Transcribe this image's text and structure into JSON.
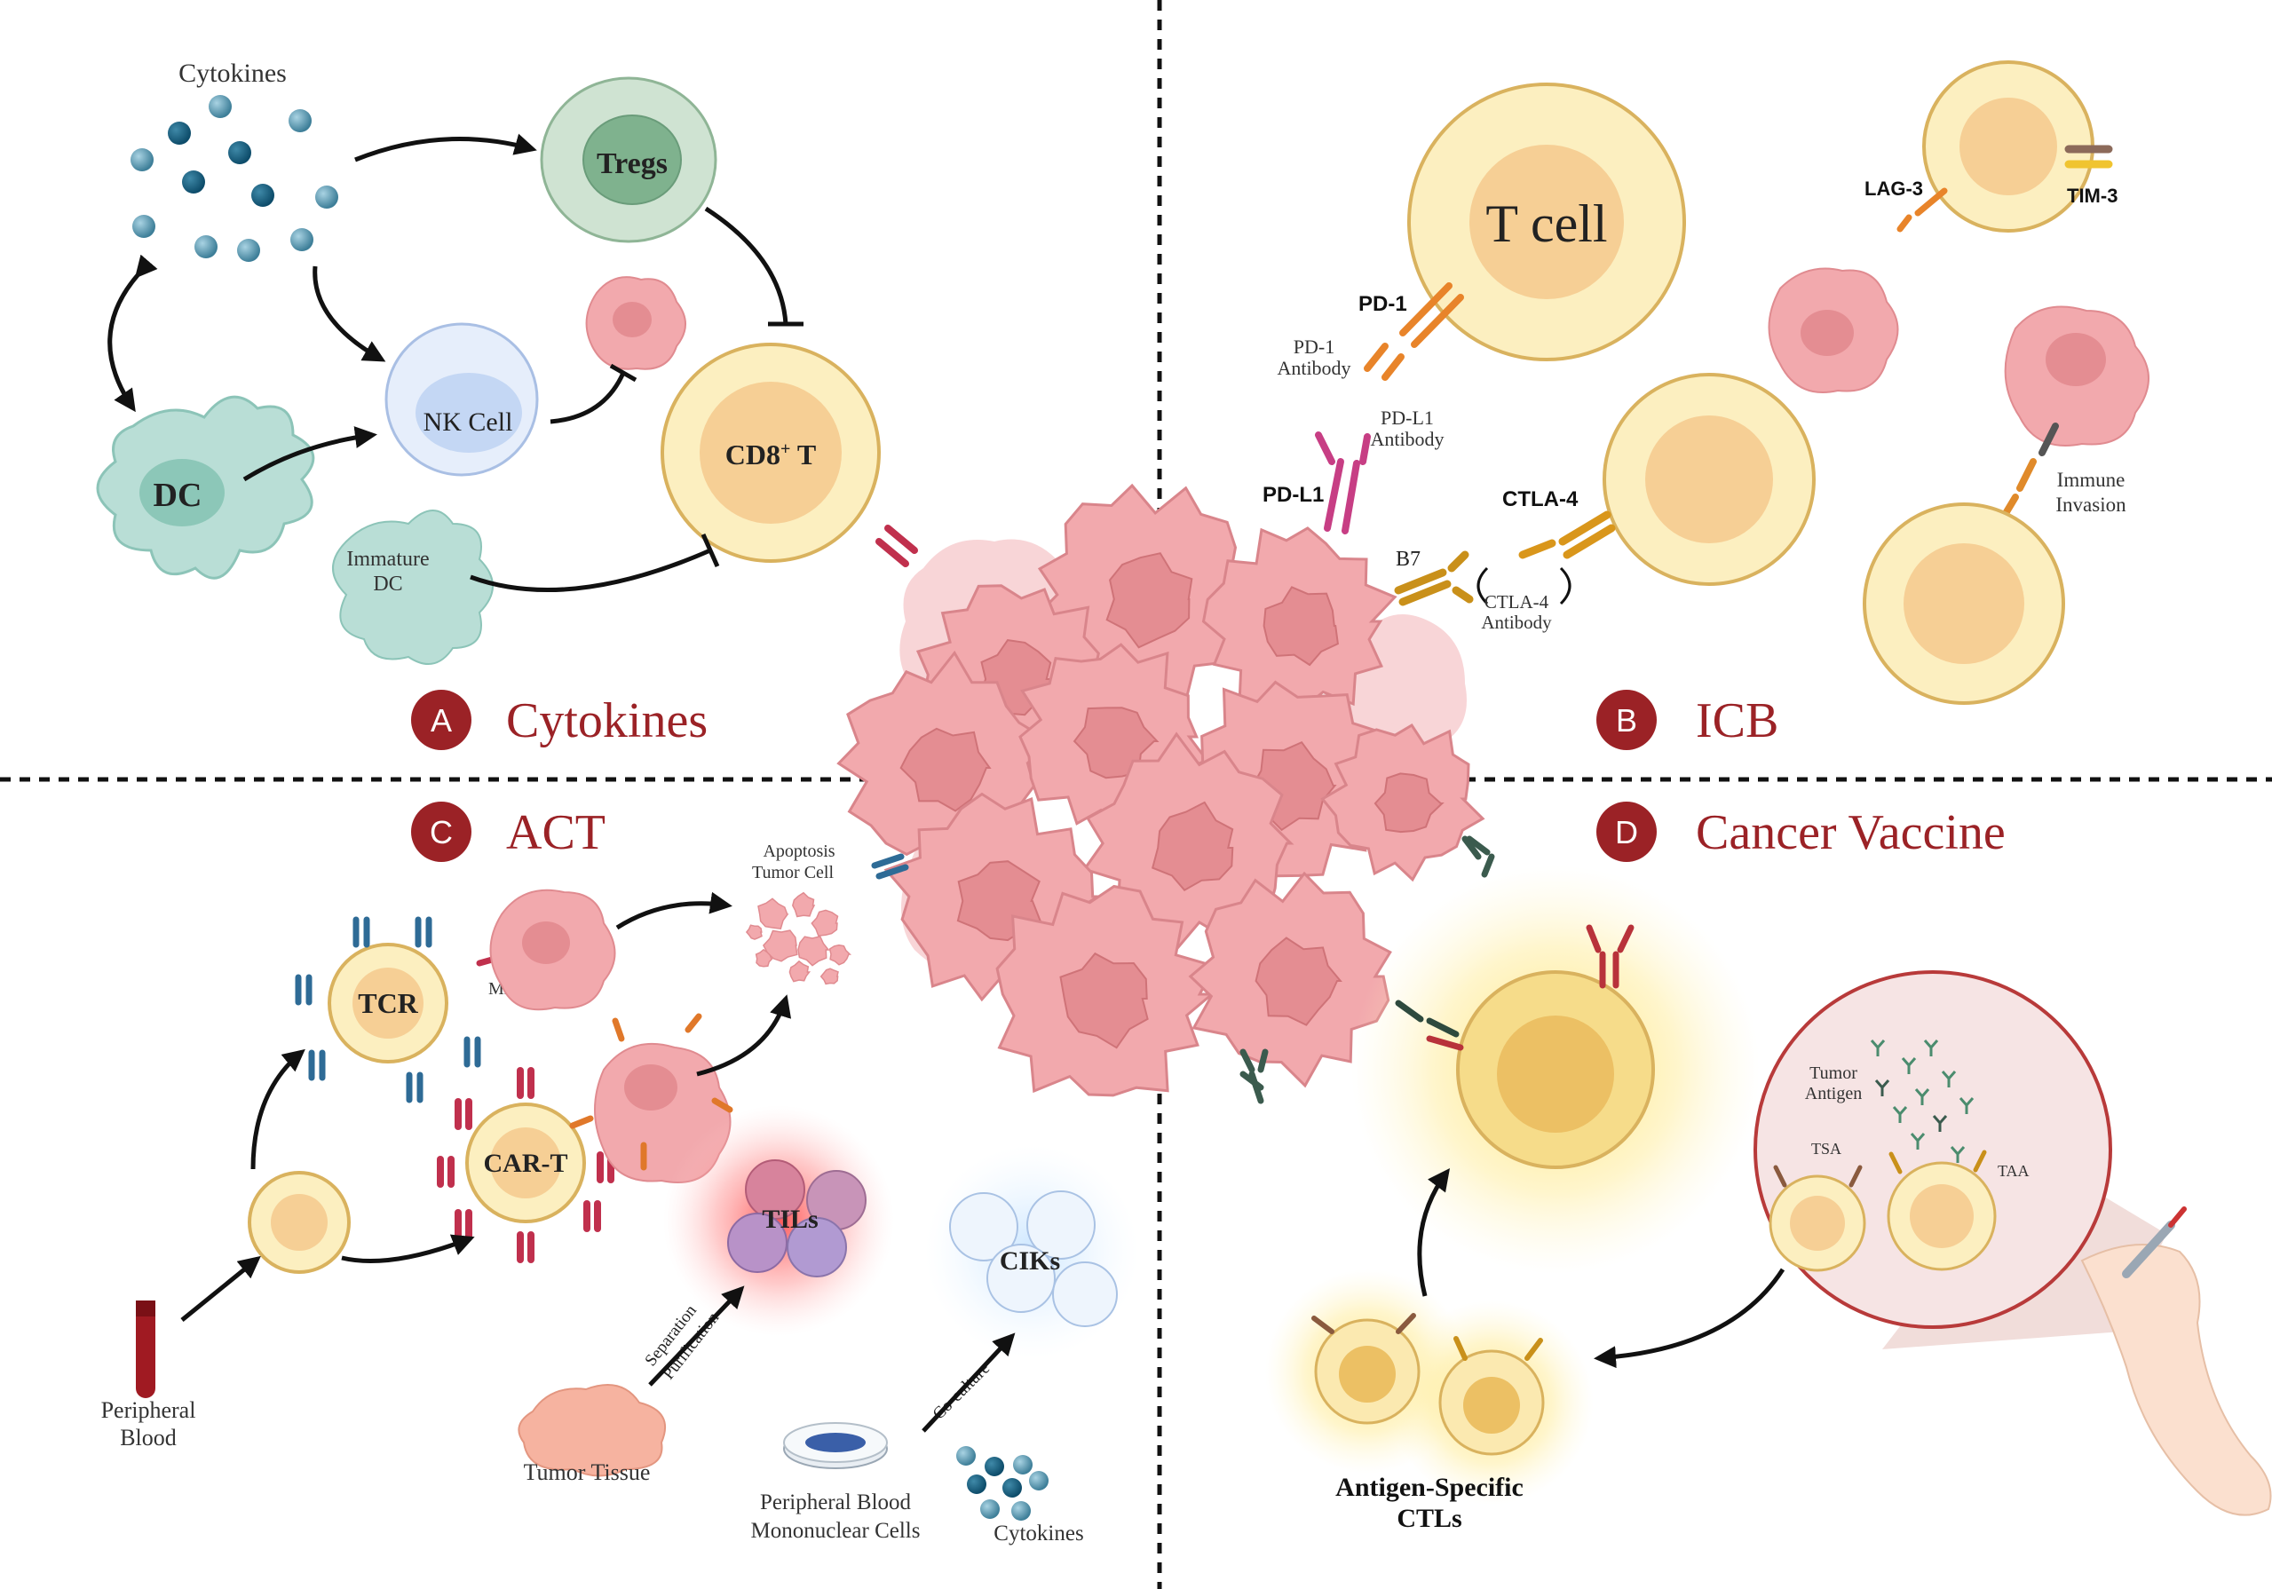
{
  "panels": {
    "a": {
      "letter": "A",
      "title": "Cytokines"
    },
    "b": {
      "letter": "B",
      "title": "ICB"
    },
    "c": {
      "letter": "C",
      "title": "ACT"
    },
    "d": {
      "letter": "D",
      "title": "Cancer Vaccine"
    }
  },
  "panel_a": {
    "cytokines": "Cytokines",
    "tregs": "Tregs",
    "nk_cell": "NK Cell",
    "dc": "DC",
    "immature_dc_1": "Immature",
    "immature_dc_2": "DC",
    "cd8_main": "CD8",
    "cd8_sup": "+",
    "cd8_t": " T"
  },
  "panel_b": {
    "t_cell": "T cell",
    "pd1": "PD-1",
    "pd1_antibody_1": "PD-1",
    "pd1_antibody_2": "Antibody",
    "pdl1_antibody_1": "PD-L1",
    "pdl1_antibody_2": "Antibody",
    "pdl1": "PD-L1",
    "ctla4": "CTLA-4",
    "b7": "B7",
    "ctla4_antibody_1": "CTLA-4",
    "ctla4_antibody_2": "Antibody",
    "lag3": "LAG-3",
    "tim3": "TIM-3",
    "immune_invasion_1": "Immune",
    "immune_invasion_2": "Invasion"
  },
  "panel_c": {
    "tcr": "TCR",
    "mhc": "MHC",
    "car_t": "CAR-T",
    "apoptosis_1": "Apoptosis",
    "apoptosis_2": "Tumor Cell",
    "tils": "TILs",
    "ciks": "CIKs",
    "separation": "Separation",
    "purification": "Purification",
    "co_culture": "Co-culture",
    "peripheral_blood_1": "Peripheral",
    "peripheral_blood_2": "Blood",
    "tumor_tissue": "Tumor Tissue",
    "pbmc_1": "Peripheral Blood",
    "pbmc_2": "Mononuclear Cells",
    "cytokines": "Cytokines"
  },
  "panel_d": {
    "tumor_antigen_1": "Tumor",
    "tumor_antigen_2": "Antigen",
    "tsa": "TSA",
    "taa": "TAA",
    "ctl_1": "Antigen-Specific",
    "ctl_2": "CTLs"
  },
  "colors": {
    "title_red": "#9b2226",
    "badge": "#9b2226",
    "tumor": "#f2a9ad",
    "tumor_nucleus": "#e48d92",
    "t_cell_outer": "#fcefc0",
    "t_cell_inner": "#f6cf95",
    "cytokine": "#4d8fa8",
    "dc": "#b9ded6"
  }
}
